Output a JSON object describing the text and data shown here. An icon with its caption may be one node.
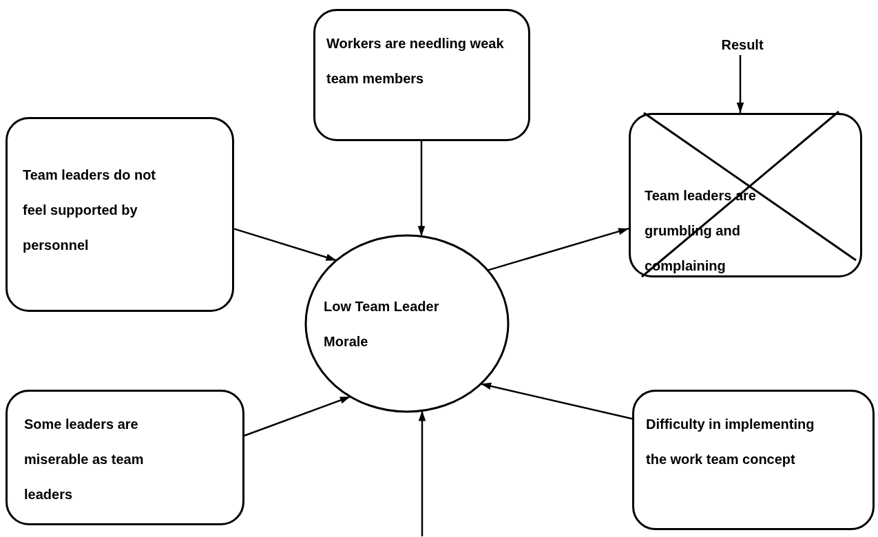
{
  "diagram": {
    "nodes": [
      {
        "text": [
          "Workers are needling weak team members"
        ]
      },
      {
        "text": [
          "Team leaders do not feel supported by personnel"
        ]
      },
      {
        "text": [
          "Low Team Leader Morale"
        ]
      },
      {
        "text": [
          "Result"
        ]
      },
      {
        "text": [
          "Team leaders are grumbling and complaining"
        ]
      },
      {
        "text": [
          "Some leaders are miserable as team leaders"
        ]
      },
      {
        "text": [
          "Difficulty in implementing the work team concept"
        ]
      }
    ],
    "edges": [
      {
        "from": 0,
        "to": 2,
        "arrow": "to"
      },
      {
        "from": 1,
        "to": 2,
        "arrow": "to"
      },
      {
        "from": 2,
        "to": 4,
        "arrow": "to"
      },
      {
        "from": 5,
        "to": 2,
        "arrow": "to"
      },
      {
        "from": 6,
        "to": 2,
        "arrow": "to"
      },
      {
        "from": null,
        "to": 2,
        "arrow": "to"
      },
      {
        "from": 3,
        "to": 4,
        "arrow": "to"
      }
    ]
  }
}
